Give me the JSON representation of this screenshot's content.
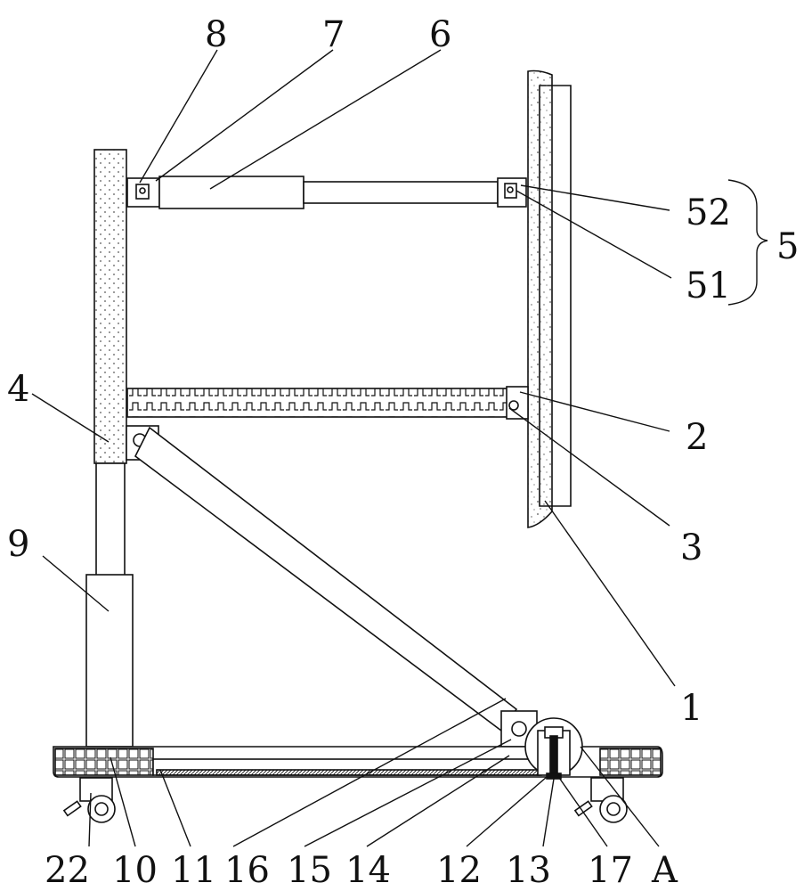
{
  "labels": {
    "l8": "8",
    "l7": "7",
    "l6": "6",
    "l52": "52",
    "l51": "51",
    "l5": "5",
    "l4": "4",
    "l2": "2",
    "l9": "9",
    "l3": "3",
    "l1": "1",
    "l22": "22",
    "l10": "10",
    "l11": "11",
    "l16": "16",
    "l15": "15",
    "l14": "14",
    "l12": "12",
    "l13": "13",
    "l17": "17",
    "lA": "A"
  },
  "colors": {
    "stroke": "#111111",
    "fill": "#ffffff",
    "dots": "#555555"
  }
}
